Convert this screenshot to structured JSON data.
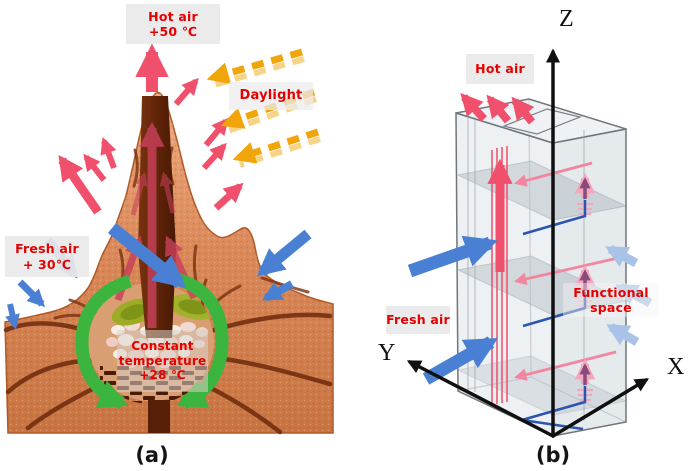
{
  "figure": {
    "panel_a": {
      "caption": "(a)",
      "hot_air": {
        "line1": "Hot air",
        "line2": "+50 ℃"
      },
      "daylight": "Daylight",
      "fresh_air": {
        "line1": "Fresh air",
        "line2": "+ 30℃"
      },
      "constant_temp": {
        "line1": "Constant",
        "line2": "temperature",
        "line3": "+28 ℃"
      }
    },
    "panel_b": {
      "caption": "(b)",
      "hot_air": "Hot air",
      "fresh_air": "Fresh air",
      "functional_space": {
        "line1": "Functional",
        "line2": "space"
      },
      "axes": {
        "z": "Z",
        "x": "X",
        "y": "Y"
      }
    },
    "colors": {
      "label_text_red": "#e60000",
      "hot_arrow_red": "#F0506B",
      "interior_arrow_crimson": "#C8405A",
      "daylight_gold": "#F0A50A",
      "daylight_light": "#F7D387",
      "fresh_air_blue": "#4A80D4",
      "light_blue": "#A9C3E8",
      "circulation_green": "#3CB53F",
      "exhaust_purple": "#8B4A7D",
      "exhaust_pink": "#F2A8BC",
      "pipe_blue": "#2B55B0",
      "duct_pink": "#F286A0",
      "mound_terracotta": "#DD8A5B",
      "tunnel_brown": "#6E2A0C"
    }
  }
}
